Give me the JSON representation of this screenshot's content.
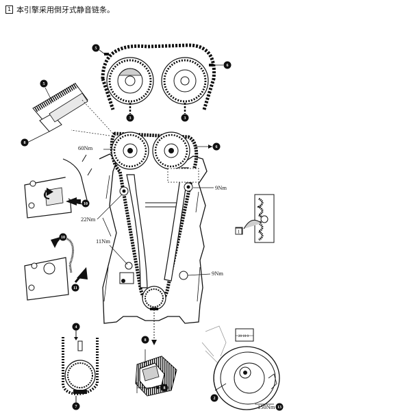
{
  "note": {
    "box_number": "1",
    "text": "本引擎采用倒牙式静音链条。"
  },
  "torque_labels": {
    "t60": "60Nm",
    "t22": "22Nm",
    "t11": "11Nm",
    "t9a": "9Nm",
    "t9b": "9Nm",
    "t150": "150Nm"
  },
  "callouts": {
    "c5a": "5",
    "c6a": "6",
    "c3a": "3",
    "c3b": "3",
    "c5b": "5",
    "c8a": "8",
    "c6b": "6",
    "c10a": "10",
    "c10b": "10",
    "c11": "11",
    "c1": "1",
    "c4": "4",
    "c7": "7",
    "c8b": "8",
    "c8c": "8",
    "c2": "2",
    "c13": "13"
  },
  "pulley_scale": "20 10 0",
  "colors": {
    "line": "#111111",
    "fill": "#ffffff",
    "shade": "#cfcfcf"
  }
}
